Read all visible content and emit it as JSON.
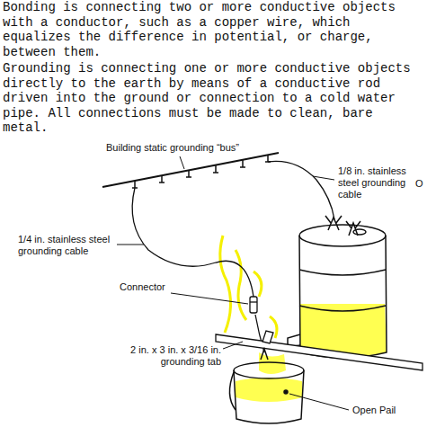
{
  "diagram": {
    "labels": [
      "Bonding is connecting two or more conductive objects with a conductor, such as a copper wire, which equalizes the difference in potential, or charge, between them.",
      "Grounding is connecting one or more conductive objects directly to the earth by means of a conductive rod driven into the ground or connection to a cold water pipe. All connections must be made to clean, bare metal.",
      "Building static grounding “bus”",
      "1/8 in. stainless steel grounding cable",
      "O",
      "1/4 in. stainless steel grounding cable",
      "Connector",
      "2 in. x 3 in. x 3/16 in. grounding tab",
      "Open Pail"
    ]
  }
}
